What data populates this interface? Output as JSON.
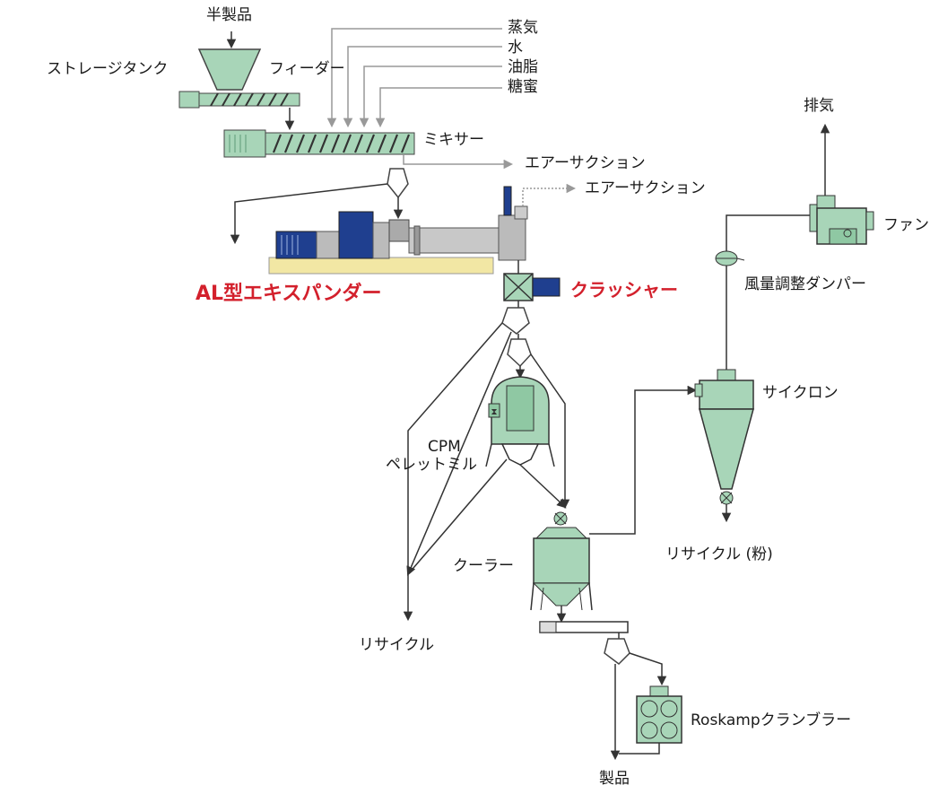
{
  "labels": {
    "semi_product": "半製品",
    "storage_tank": "ストレージタンク",
    "feeder": "フィーダー",
    "steam": "蒸気",
    "water": "水",
    "oil_fat": "油脂",
    "molasses": "糖蜜",
    "mixer": "ミキサー",
    "air_suction_1": "エアーサクション",
    "air_suction_2": "エアーサクション",
    "exhaust": "排気",
    "fan": "ファン",
    "damper": "風量調整ダンパー",
    "expander": "AL型エキスパンダー",
    "crusher": "クラッシャー",
    "cyclone": "サイクロン",
    "cpm_line1": "CPM",
    "cpm_line2": "ペレットミル",
    "recycle_powder": "リサイクル (粉)",
    "cooler": "クーラー",
    "recycle": "リサイクル",
    "crumbler": "Roskampクランブラー",
    "product": "製品"
  },
  "colors": {
    "machine_green": "#a8d5b8",
    "machine_green_dark": "#5e9a78",
    "motor_blue": "#1f3f8f",
    "base_yellow": "#f2e7a4",
    "highlight_red": "#d3202c",
    "line": "#333333",
    "line_gray": "#999999"
  }
}
